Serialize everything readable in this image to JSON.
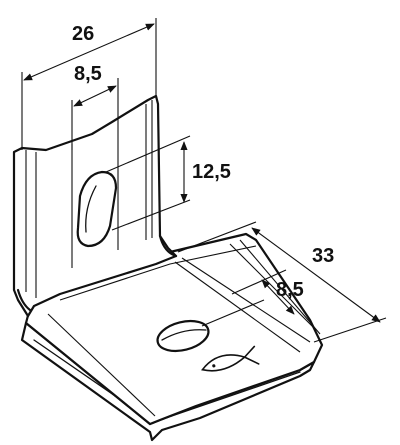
{
  "dimensions": {
    "width_top": "26",
    "slot_width": "8,5",
    "slot_height": "12,5",
    "base_length": "33",
    "hole_offset": "8,5"
  },
  "icons": [
    "fish-icon"
  ],
  "colors": {
    "line": "#111111",
    "background": "#ffffff"
  }
}
